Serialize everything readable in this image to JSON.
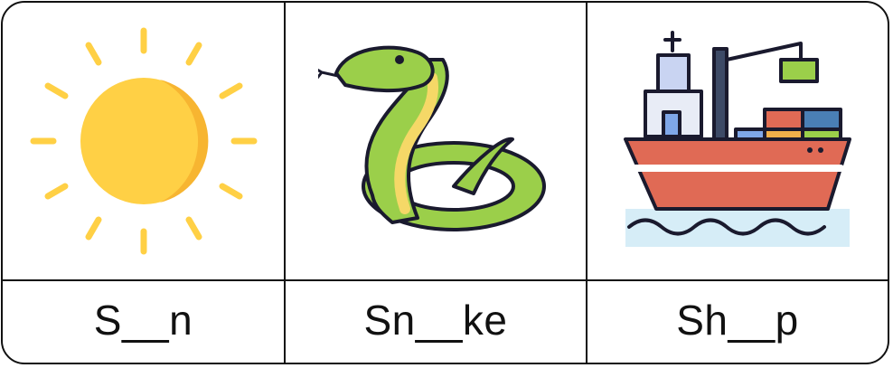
{
  "cards": [
    {
      "word": "S__n",
      "picture": "sun-icon"
    },
    {
      "word": "Sn__ke",
      "picture": "snake-icon"
    },
    {
      "word": "Sh__p",
      "picture": "ship-icon"
    }
  ],
  "colors": {
    "sun": "#FFD045",
    "sun_shade": "#F7B531",
    "snake": "#9BCF4A",
    "snake_belly": "#F5D867",
    "hull": "#E06A55",
    "water": "#D6EDF7",
    "outline": "#1A1A2E"
  }
}
